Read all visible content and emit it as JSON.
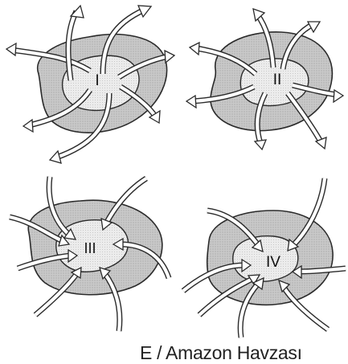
{
  "panels": [
    {
      "label": "I",
      "flow": "outward"
    },
    {
      "label": "II",
      "flow": "outward"
    },
    {
      "label": "III",
      "flow": "inward"
    },
    {
      "label": "IV",
      "flow": "inward"
    }
  ],
  "caption": "E / Amazon Havzası",
  "colors": {
    "outer": "#c6c6c6",
    "inner": "#e9e9e9",
    "stroke": "#2a2a2a",
    "arrow": "#ffffff"
  }
}
